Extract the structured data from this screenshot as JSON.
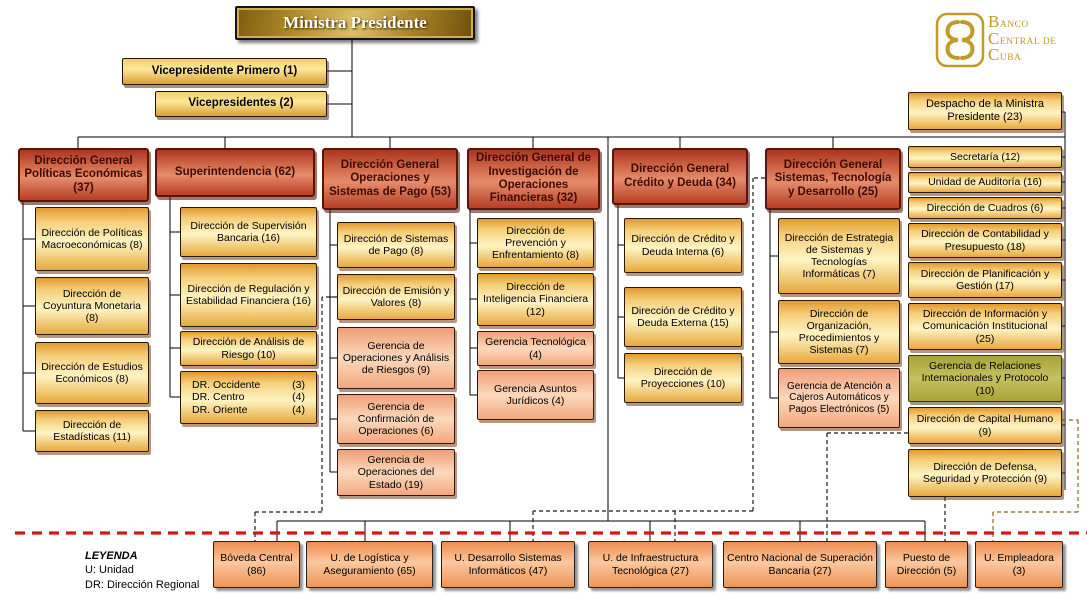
{
  "root": {
    "label": "Ministra Presidente"
  },
  "vicepresidency": [
    {
      "label": "Vicepresidente  Primero (1)"
    },
    {
      "label": "Vicepresidentes  (2)"
    }
  ],
  "despacho": {
    "label": "Despacho de la Ministra Presidente (23)"
  },
  "logo": {
    "lines": [
      "Banco",
      "Central de",
      "Cuba"
    ]
  },
  "columns": [
    {
      "header": "Dirección General Políticas Económicas  (37)",
      "children": [
        {
          "label": "Dirección de Políticas Macroeconómicas (8)"
        },
        {
          "label": "Dirección de Coyuntura Monetaria (8)"
        },
        {
          "label": "Dirección de Estudios Económicos (8)"
        },
        {
          "label": "Dirección de Estadísticas (11)"
        }
      ]
    },
    {
      "header": "Superintendencia (62)",
      "children": [
        {
          "label": "Dirección de Supervisión Bancaria (16)"
        },
        {
          "label": "Dirección de Regulación y Estabilidad Financiera (16)"
        },
        {
          "label": "Dirección de Análisis de Riesgo (10)"
        },
        {
          "items": [
            {
              "name": "DR. Occidente",
              "count": "(3)"
            },
            {
              "name": "DR. Centro",
              "count": "(4)"
            },
            {
              "name": "DR. Oriente",
              "count": "(4)"
            }
          ]
        }
      ]
    },
    {
      "header": "Dirección General Operaciones y Sistemas de Pago (53)",
      "children": [
        {
          "label": "Dirección de Sistemas de Pago (8)"
        },
        {
          "label": "Dirección de Emisión y Valores (8)"
        },
        {
          "label": "Gerencia de Operaciones y Análisis de Riesgos (9)"
        },
        {
          "label": "Gerencia de Confirmación de Operaciones (6)"
        },
        {
          "label": "Gerencia de Operaciones del Estado (19)"
        }
      ]
    },
    {
      "header": "Dirección General de Investigación de Operaciones Financieras (32)",
      "children": [
        {
          "label": "Dirección de Prevención y Enfrentamiento (8)"
        },
        {
          "label": "Dirección de Inteligencia Financiera (12)"
        },
        {
          "label": "Gerencia Tecnológica  (4)"
        },
        {
          "label": "Gerencia Asuntos Jurídicos (4)"
        }
      ]
    },
    {
      "header": "Dirección General Crédito y Deuda (34)",
      "children": [
        {
          "label": "Dirección de Crédito y Deuda Interna (6)"
        },
        {
          "label": "Dirección de Crédito y Deuda Externa (15)"
        },
        {
          "label": "Dirección de Proyecciones (10)"
        }
      ]
    },
    {
      "header": "Dirección General Sistemas,  Tecnología  y Desarrollo (25)",
      "children": [
        {
          "label": "Dirección de Estrategia de Sistemas y Tecnologías Informáticas  (7)"
        },
        {
          "label": "Dirección de Organización, Procedimientos y Sistemas (7)"
        },
        {
          "label": "Gerencia de Atención a Cajeros Automáticos y Pagos Electrónicos (5)"
        }
      ]
    }
  ],
  "right_column": [
    {
      "label": "Secretaría (12)"
    },
    {
      "label": "Unidad de Auditoría (16)"
    },
    {
      "label": "Dirección de Cuadros (6)"
    },
    {
      "label": "Dirección de Contabilidad y Presupuesto (18)"
    },
    {
      "label": "Dirección de Planificación y Gestión (17)"
    },
    {
      "label": "Dirección de Información y Comunicación Institucional (25)"
    },
    {
      "label": "Gerencia de Relaciones Internacionales y Protocolo (10)"
    },
    {
      "label": "Dirección de Capital  Humano (9)"
    },
    {
      "label": "Dirección de Defensa, Seguridad y Protección (9)"
    }
  ],
  "bottom_units": [
    {
      "label": "Bóveda Central (86)"
    },
    {
      "label": "U. de Logística y Aseguramiento (65)"
    },
    {
      "label": "U. Desarrollo Sistemas Informáticos (47)"
    },
    {
      "label": "U. de Infraestructura Tecnológica  (27)"
    },
    {
      "label": "Centro Nacional de Superación Bancaria (27)"
    },
    {
      "label": "Puesto de Dirección (5)"
    },
    {
      "label": "U. Empleadora (3)"
    }
  ],
  "legend": {
    "title": "LEYENDA",
    "items": [
      "U: Unidad",
      "DR: Dirección Regional"
    ]
  },
  "colors": {
    "header_red": "#b73f24",
    "gold": "#f6cf7a",
    "gerencia_pink": "#f3a87f",
    "olive": "#a8a336",
    "unit_orange": "#ee8c4e",
    "divider_red_dashed": "#d01818",
    "logo_gold": "#c19a28"
  }
}
